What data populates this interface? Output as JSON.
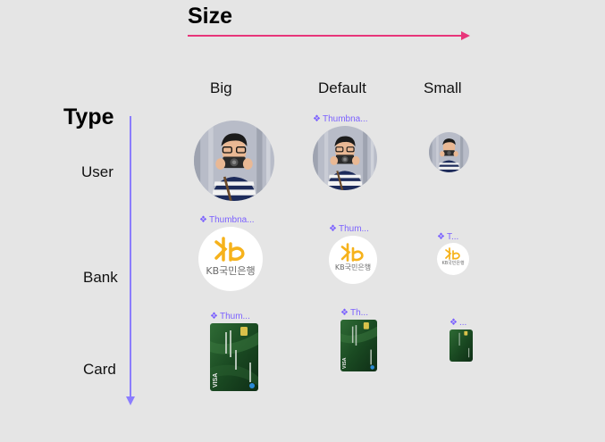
{
  "header": {
    "size_title": "Size",
    "type_title": "Type"
  },
  "columns": {
    "big": "Big",
    "default": "Default",
    "small": "Small"
  },
  "rows": {
    "user": "User",
    "bank": "Bank",
    "card": "Card"
  },
  "component_labels": {
    "user_default": "Thumbna...",
    "bank_big": "Thumbna...",
    "bank_default": "Thum...",
    "bank_small": "T...",
    "card_big": "Thum...",
    "card_default": "Th...",
    "card_small": "..."
  },
  "bank": {
    "name": "KB국민은행"
  },
  "colors": {
    "size_arrow": "#e8357a",
    "type_arrow": "#8b7dff",
    "component_label": "#7b61ff",
    "bank_logo_yellow": "#f6b21b",
    "card_green": "#1f5a2a"
  }
}
